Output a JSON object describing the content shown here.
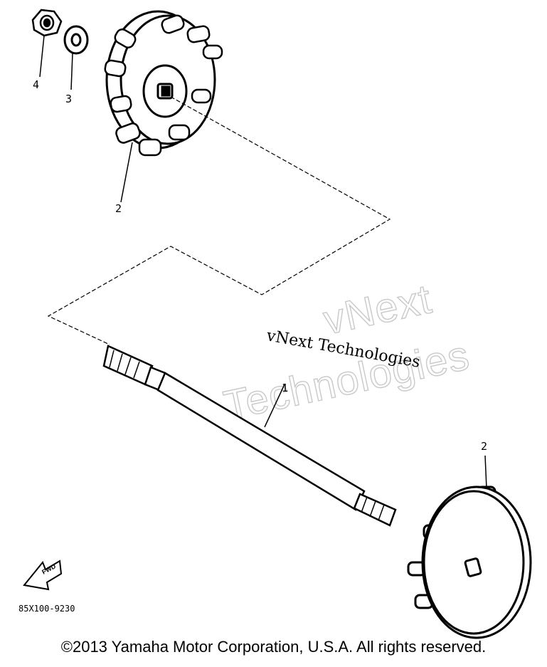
{
  "callouts": {
    "part_4": "4",
    "part_3": "3",
    "part_2_upper": "2",
    "part_1": "1",
    "part_2_lower": "2"
  },
  "fwd_symbol": "FWD",
  "diagram_code": "85X100-9230",
  "watermark": {
    "outline_line1": "vNext",
    "outline_line2": "Technologies",
    "stamp_text": "vNext Technologies"
  },
  "copyright": "©2013 Yamaha Motor Corporation, U.S.A. All rights reserved."
}
